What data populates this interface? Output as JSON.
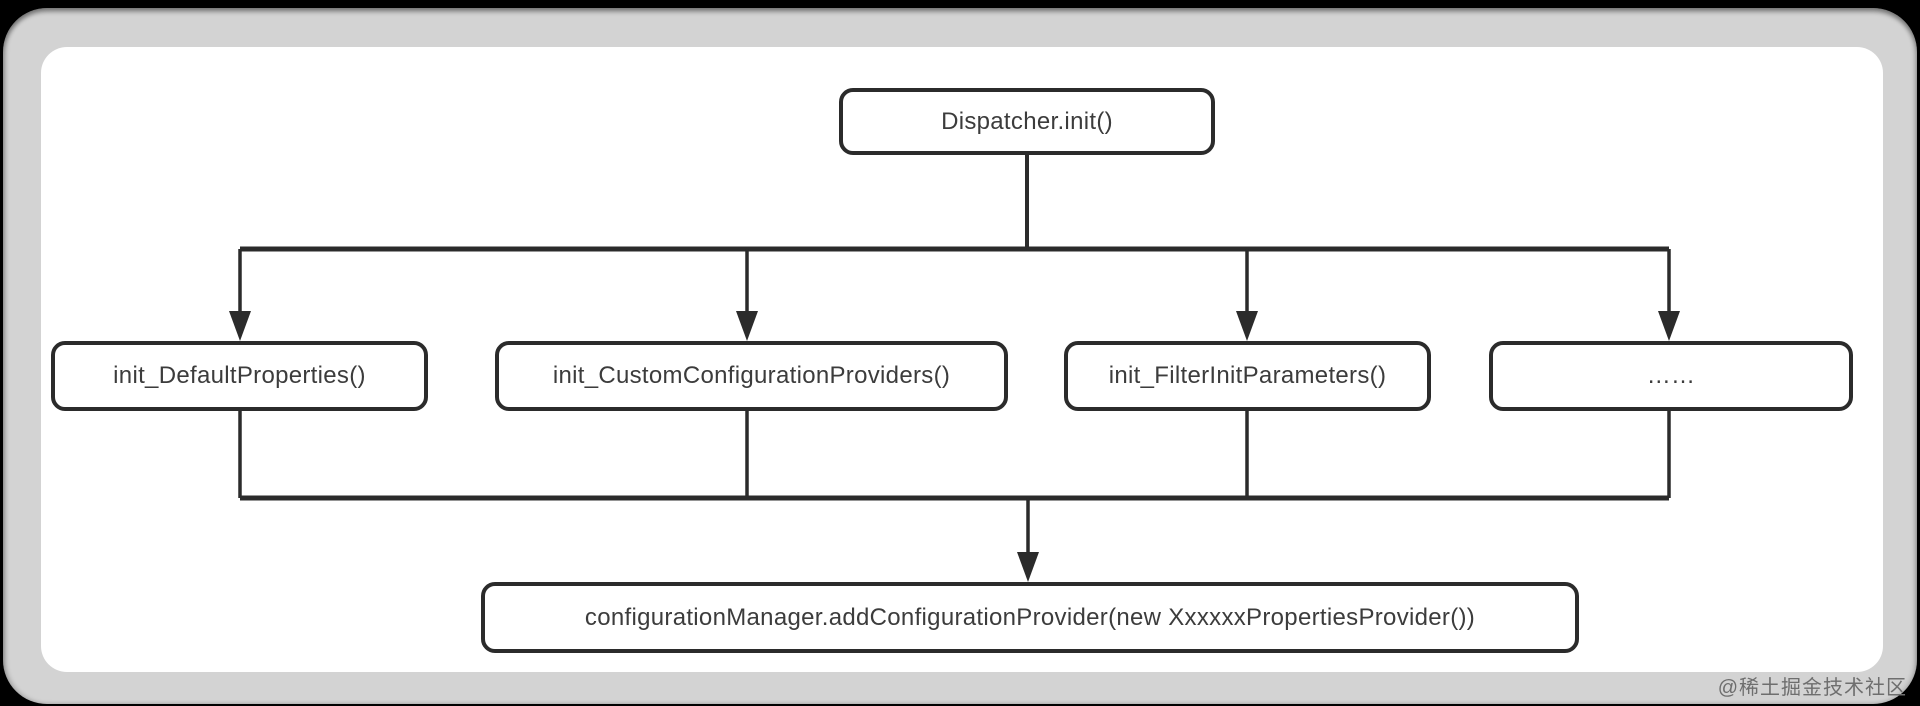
{
  "diagram": {
    "root": {
      "label": "Dispatcher.init()"
    },
    "children": [
      {
        "label": "init_DefaultProperties()"
      },
      {
        "label": "init_CustomConfigurationProviders()"
      },
      {
        "label": "init_FilterInitParameters()"
      },
      {
        "label": "……"
      }
    ],
    "result": {
      "label": "configurationManager.addConfigurationProvider(new XxxxxxPropertiesProvider())"
    },
    "edges": [
      "Dispatcher.init() -> init_DefaultProperties()",
      "Dispatcher.init() -> init_CustomConfigurationProviders()",
      "Dispatcher.init() -> init_FilterInitParameters()",
      "Dispatcher.init() -> ……",
      "init_DefaultProperties() -> configurationManager.addConfigurationProvider(new XxxxxxPropertiesProvider())",
      "init_CustomConfigurationProviders() -> configurationManager.addConfigurationProvider(new XxxxxxPropertiesProvider())",
      "init_FilterInitParameters() -> configurationManager.addConfigurationProvider(new XxxxxxPropertiesProvider())",
      "…… -> configurationManager.addConfigurationProvider(new XxxxxxPropertiesProvider())"
    ]
  },
  "watermark": {
    "text": "@稀土掘金技术社区"
  },
  "colors": {
    "background": "#000000",
    "frame": "#d3d3d3",
    "canvas": "#ffffff",
    "line": "#2b2b2b",
    "text": "#3c3c3c",
    "watermark": "#6e6e6e"
  }
}
